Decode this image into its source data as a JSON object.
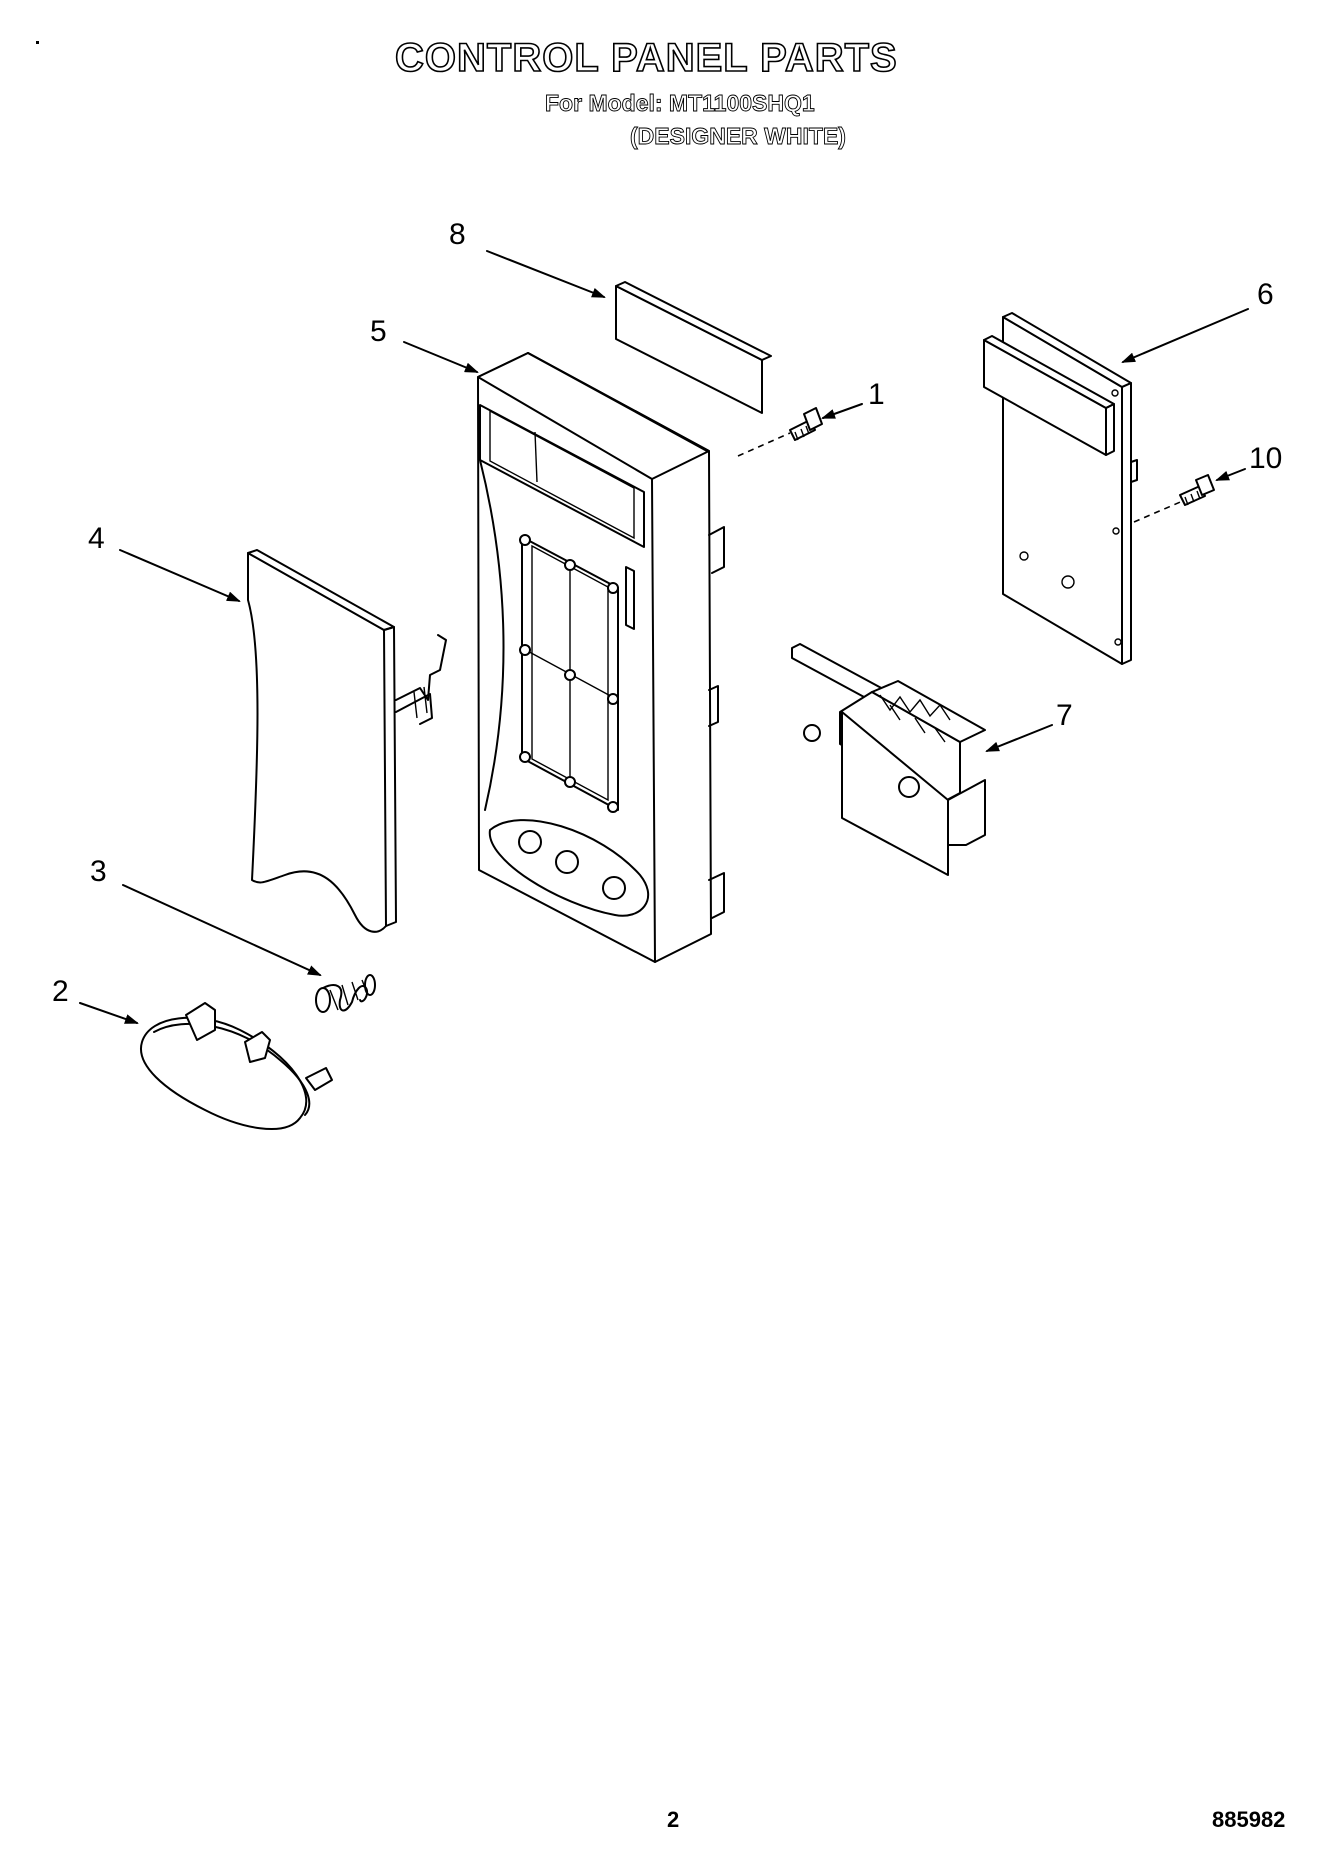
{
  "header": {
    "title": "CONTROL PANEL PARTS",
    "model_line": "For Model: MT1100SHQ1",
    "variant": "(DESIGNER WHITE)"
  },
  "callouts": {
    "part_1": "1",
    "part_2": "2",
    "part_3": "3",
    "part_4": "4",
    "part_5": "5",
    "part_6": "6",
    "part_7": "7",
    "part_8": "8",
    "part_10": "10"
  },
  "footer": {
    "page_number": "2",
    "doc_number": "885982"
  }
}
